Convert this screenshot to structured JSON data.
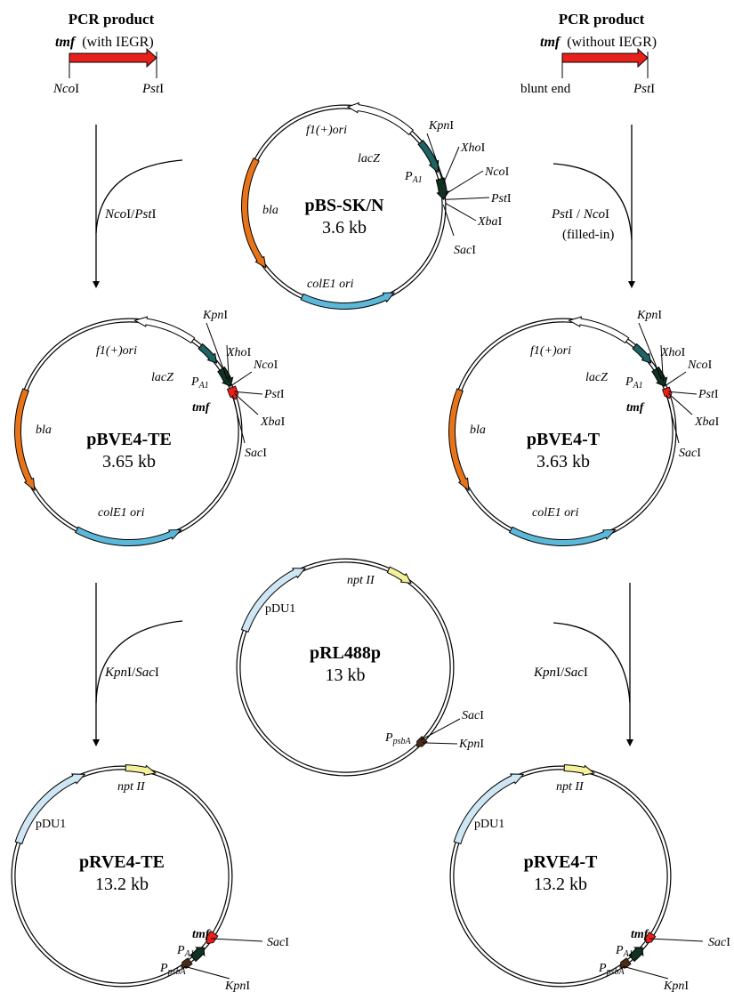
{
  "colors": {
    "bla": "#e8741a",
    "colE1": "#5bb8d8",
    "lacZ": "#1f6464",
    "f1ori": "#ffffff",
    "pDU1": "#cfe6f4",
    "nptII": "#f5f09a",
    "tmf": "#e8201c",
    "PA1": "#103220",
    "PpsbA": "#4a2a18",
    "pcr_arrow": "#e8201c"
  },
  "pcr_left": {
    "header": "PCR product",
    "gene": "tmf",
    "note": "(with IEGR)",
    "site_left_italic": "Nco",
    "site_left_roman": "I",
    "site_right_italic": "Pst",
    "site_right_roman": "I"
  },
  "pcr_right": {
    "header": "PCR product",
    "gene": "tmf",
    "note": "(without IEGR)",
    "site_left_text": "blunt end",
    "site_right_italic": "Pst",
    "site_right_roman": "I"
  },
  "plasmids": {
    "pbs": {
      "name": "pBS-SK/N",
      "size": "3.6 kb"
    },
    "pbve4te": {
      "name": "pBVE4-TE",
      "size": "3.65 kb"
    },
    "pbve4t": {
      "name": "pBVE4-T",
      "size": "3.63 kb"
    },
    "prl488p": {
      "name": "pRL488p",
      "size": "13 kb"
    },
    "prve4te": {
      "name": "pRVE4-TE",
      "size": "13.2 kb"
    },
    "prve4t": {
      "name": "pRVE4-T",
      "size": "13.2 kb"
    }
  },
  "features": {
    "f1ori": "f1(+)ori",
    "lacZ": "lacZ",
    "bla": "bla",
    "colE1": "colE1 ori",
    "pDU1": "pDU1",
    "nptII": "npt II",
    "tmf": "tmf",
    "PA1_main": "P",
    "PA1_sub": "A1",
    "PpsbA_main": "P",
    "PpsbA_sub": "psbA"
  },
  "sites": {
    "Kpn": {
      "italic": "Kpn",
      "roman": "I"
    },
    "Xho": {
      "italic": "Xho",
      "roman": "I"
    },
    "Nco": {
      "italic": "Nco",
      "roman": "I"
    },
    "Pst": {
      "italic": "Pst",
      "roman": "I"
    },
    "Xba": {
      "italic": "Xba",
      "roman": "I"
    },
    "Sac": {
      "italic": "Sac",
      "roman": "I"
    }
  },
  "steps": {
    "left1_a": "Nco",
    "left1_b": "I/",
    "left1_c": "Pst",
    "left1_d": "I",
    "right1_a": "Pst",
    "right1_b": "I / ",
    "right1_c": "Nco",
    "right1_d": "I",
    "right1_note": "(filled-in)",
    "left2_a": "Kpn",
    "left2_b": "I/",
    "left2_c": "Sac",
    "left2_d": "I",
    "right2_a": "Kpn",
    "right2_b": "I/",
    "right2_c": "Sac",
    "right2_d": "I"
  }
}
